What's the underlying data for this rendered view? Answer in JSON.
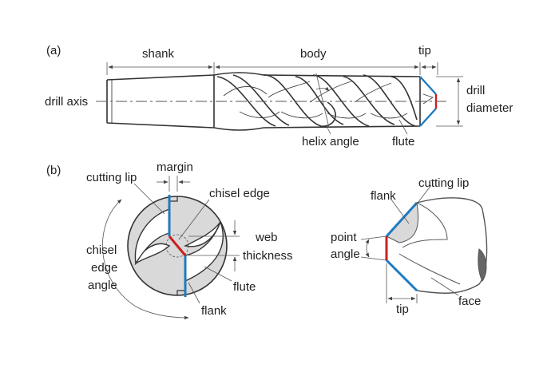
{
  "colors": {
    "cutting_lip": "#1f7bc0",
    "chisel_edge": "#cc1f1f",
    "body_fill": "#d9d9d9",
    "line": "#333333",
    "background": "#ffffff"
  },
  "panel_a": {
    "tag": "(a)",
    "labels": {
      "shank": "shank",
      "body": "body",
      "tip": "tip",
      "drill_axis": "drill axis",
      "drill": "drill",
      "diameter": "diameter",
      "helix_angle": "helix angle",
      "flute": "flute"
    }
  },
  "panel_b": {
    "tag": "(b)",
    "labels": {
      "margin": "margin",
      "cutting_lip": "cutting lip",
      "chisel_edge": "chisel edge",
      "web": "web",
      "thickness": "thickness",
      "chisel": "chisel",
      "edge": "edge",
      "angle": "angle",
      "flute": "flute",
      "flank": "flank",
      "cutting_lip_right": "cutting lip",
      "flank_right": "flank",
      "point": "point",
      "point_angle": "angle",
      "tip": "tip",
      "face": "face"
    }
  }
}
